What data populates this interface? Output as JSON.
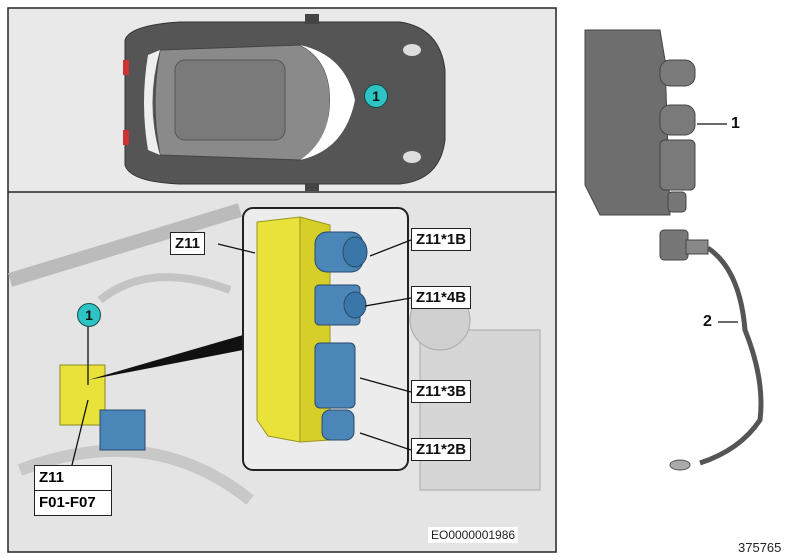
{
  "diagram": {
    "callout_location": "1",
    "labels": {
      "module": "Z11",
      "connector_1b": "Z11*1B",
      "connector_4b": "Z11*4B",
      "connector_3b": "Z11*3B",
      "connector_2b": "Z11*2B",
      "location_line1": "Z11",
      "location_line2": "F01-F07"
    },
    "image_code": "EO0000001986",
    "parts": [
      {
        "number": "1"
      },
      {
        "number": "2"
      }
    ],
    "diagram_number": "375765",
    "colors": {
      "module": "#e8e23a",
      "connector": "#4a86b8",
      "callout": "#2ec4c4",
      "part_gray": "#6e6e6e"
    }
  }
}
